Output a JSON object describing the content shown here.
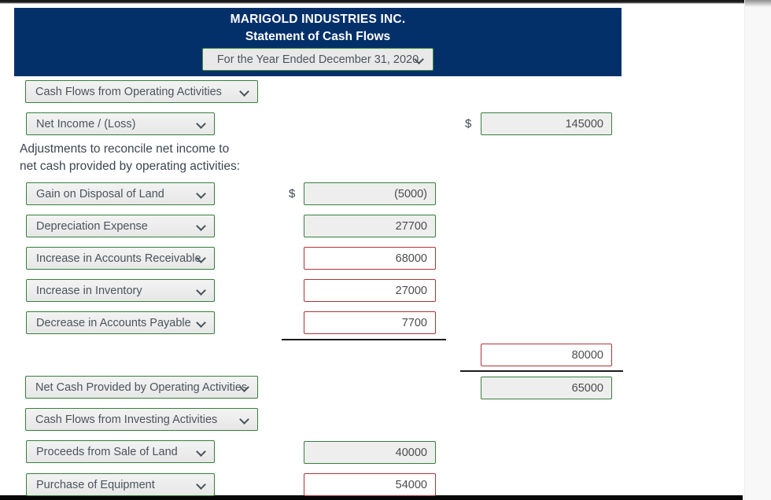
{
  "header": {
    "company_name": "MARIGOLD INDUSTRIES INC.",
    "statement_title": "Statement of Cash Flows",
    "period": "For the Year Ended December 31, 2020"
  },
  "labels": {
    "currency_symbol": "$",
    "adjustments_note_line1": "Adjustments to reconcile net income to",
    "adjustments_note_line2": "net cash provided by operating activities:"
  },
  "selects": {
    "operating_section": "Cash Flows from Operating Activities",
    "net_income": "Net Income / (Loss)",
    "gain_on_disposal": "Gain on Disposal of Land",
    "depreciation_expense": "Depreciation Expense",
    "increase_accounts_receivable": "Increase in Accounts Receivable",
    "increase_inventory": "Increase in Inventory",
    "decrease_accounts_payable": "Decrease in Accounts Payable",
    "net_cash_operating": "Net Cash Provided by Operating Activities",
    "investing_section": "Cash Flows from Investing Activities",
    "proceeds_sale_land": "Proceeds from Sale of Land",
    "purchase_equipment": "Purchase of Equipment"
  },
  "amounts": {
    "net_income": "145000",
    "gain_on_disposal": "(5000)",
    "depreciation_expense": "27700",
    "increase_accounts_receivable": "68000",
    "increase_inventory": "27000",
    "decrease_accounts_payable": "7700",
    "adjustments_total": "80000",
    "net_cash_operating": "65000",
    "proceeds_sale_land": "40000",
    "purchase_equipment": "54000"
  },
  "colors": {
    "header_background": "#04306a",
    "correct_border_green": "#35803a",
    "incorrect_border_red": "#b03338",
    "field_background_gray": "#eeeeee",
    "text_primary": "#4a545c"
  }
}
